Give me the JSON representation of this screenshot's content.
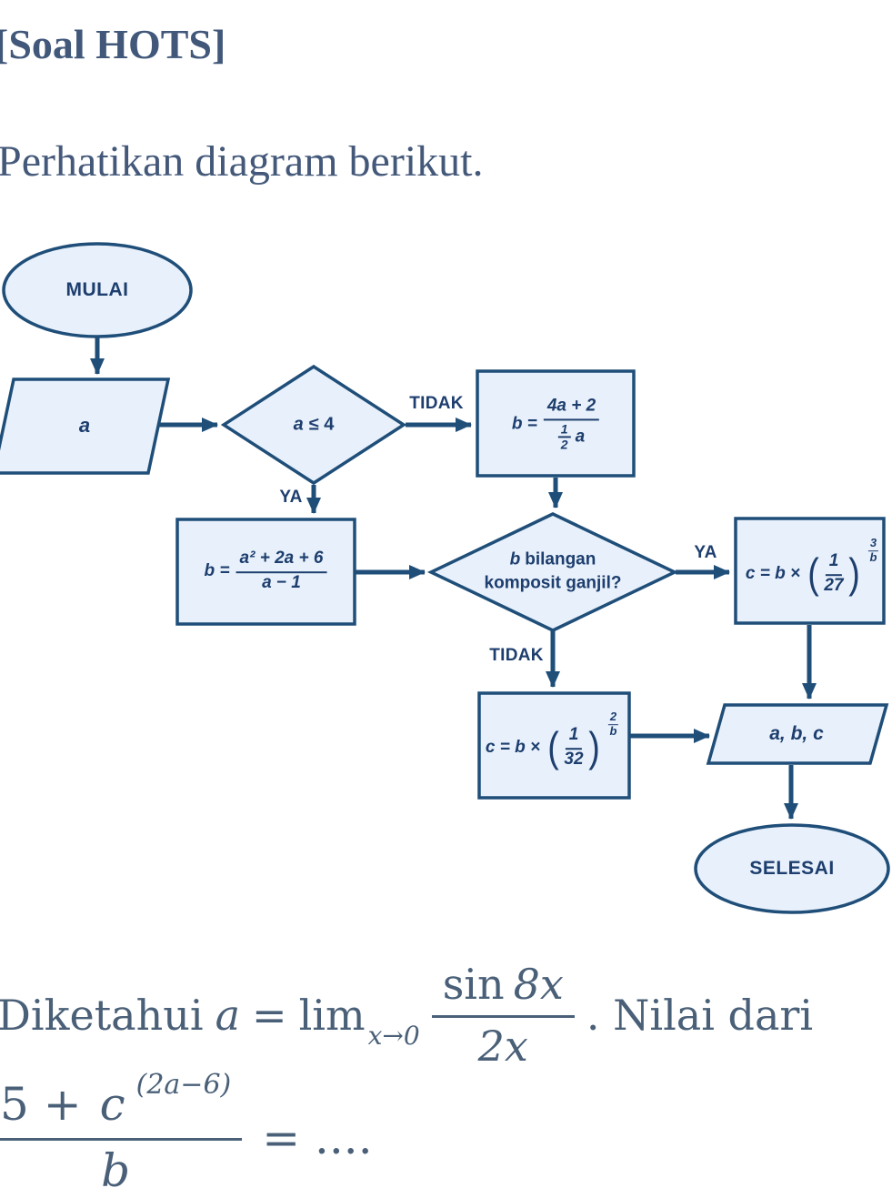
{
  "page": {
    "title": "[Soal HOTS]",
    "intro": "Perhatikan diagram berikut."
  },
  "flowchart": {
    "start": "MULAI",
    "end": "SELESAI",
    "input_var": "a",
    "output_vars": "a, b, c",
    "yes": "YA",
    "no": "TIDAK",
    "decision1": {
      "var": "a",
      "op": "≤ 4"
    },
    "decision2": {
      "var": "b",
      "line1_rest": "bilangan",
      "line2": "komposit ganjil?"
    },
    "formula_no": {
      "lhs": "b =",
      "num": "4a + 2",
      "den_mini_num": "1",
      "den_mini_den": "2",
      "den_var": "a"
    },
    "formula_yes": {
      "lhs": "b =",
      "num": "a² + 2a + 6",
      "den": "a − 1"
    },
    "formula_c_yes": {
      "lhs": "c = b ×",
      "paren_open": "(",
      "base_num": "1",
      "base_den": "27",
      "paren_close": ")",
      "exp_num": "3",
      "exp_den": "b"
    },
    "formula_c_no": {
      "lhs": "c = b ×",
      "paren_open": "(",
      "base_num": "1",
      "base_den": "32",
      "paren_close": ")",
      "exp_num": "2",
      "exp_den": "b"
    }
  },
  "question": {
    "lead": "Diketahui",
    "var_a": "a",
    "equals": "=",
    "lim": "lim",
    "lim_sub": "x→0",
    "frac1": {
      "fn": "sin",
      "arg": "8x",
      "den": "2x"
    },
    "after": ". Nilai dari",
    "frac2": {
      "num_head": "5 +",
      "num_var": "c",
      "exp": "(2a−6)",
      "den": "b"
    },
    "result": "= ...."
  },
  "colors": {
    "node_fill": "#e8f1fb",
    "node_stroke": "#1f4e79",
    "node_text": "#1d3e6e",
    "heading_text": "#41587a",
    "question_text": "#4a6078"
  }
}
